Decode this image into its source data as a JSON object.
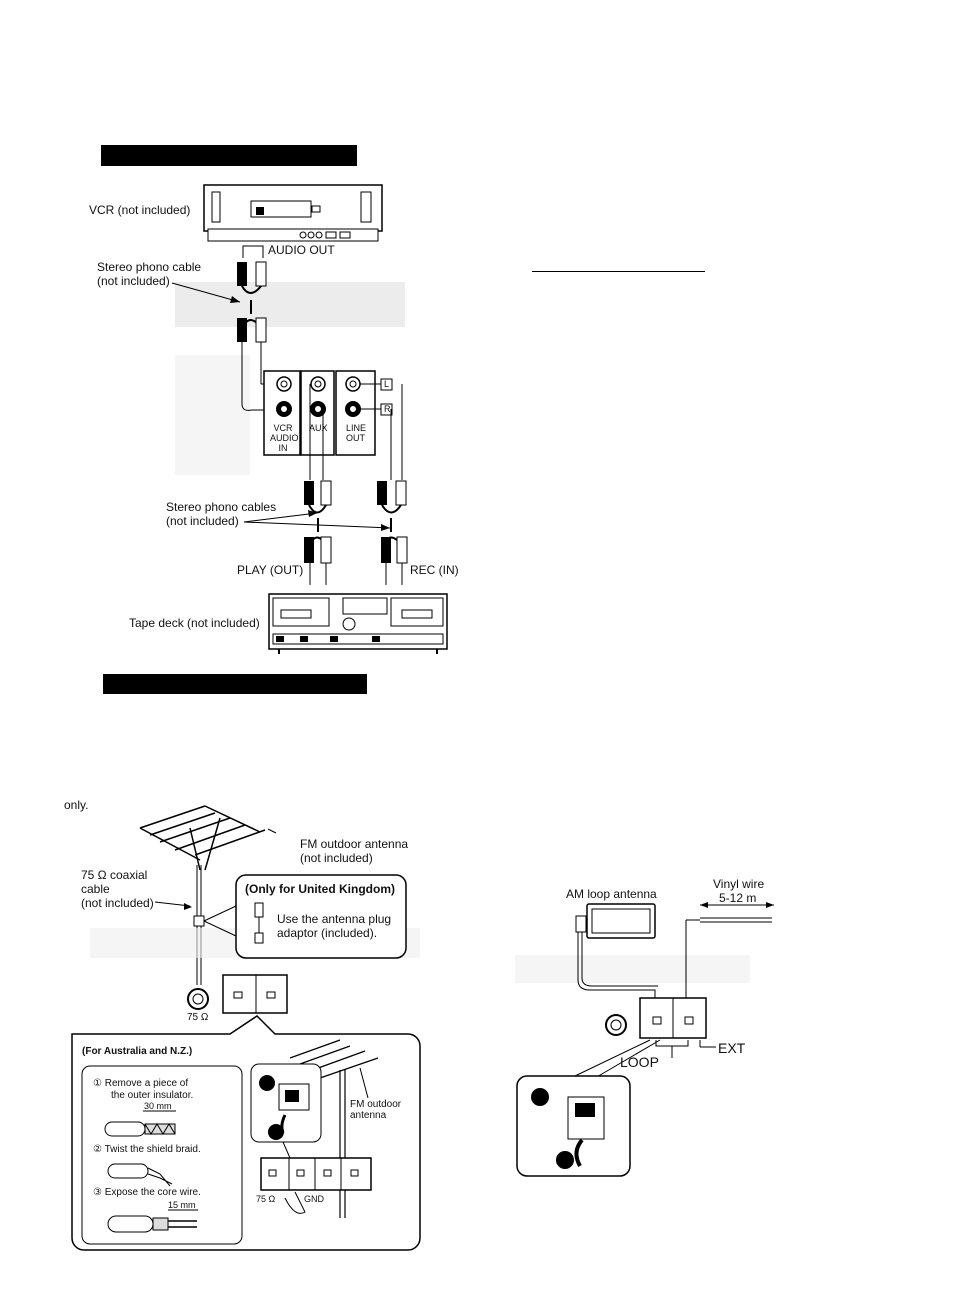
{
  "top": {
    "vcr_label": "VCR (not included)",
    "audio_out": "AUDIO OUT",
    "stereo_cable_line1": "Stereo phono cable",
    "stereo_cable_line2": "(not included)",
    "panel_vcr_l1": "VCR",
    "panel_vcr_l2": "AUDIO",
    "panel_vcr_l3": "IN",
    "panel_aux": "AUX",
    "panel_line_l1": "LINE",
    "panel_line_l2": "OUT",
    "jack_l": "L",
    "jack_r": "R",
    "stereo_cables_line1": "Stereo phono cables",
    "stereo_cables_line2": "(not included)",
    "play_out": "PLAY (OUT)",
    "rec_in": "REC (IN)",
    "tape_deck": "Tape deck (not included)"
  },
  "bottom": {
    "only_text": "only.",
    "fm_antenna_l1": "FM outdoor antenna",
    "fm_antenna_l2": "(not included)",
    "coax_l1": "75 Ω coaxial",
    "coax_l2": "cable",
    "coax_l3": "(not included)",
    "uk_title": "(Only for United Kingdom)",
    "uk_text_l1": "Use the antenna plug",
    "uk_text_l2": "adaptor (included).",
    "ohm_label": "75 Ω",
    "au_title": "(For Australia and N.Z.)",
    "step1_l1": "① Remove a piece of",
    "step1_l2": "the outer insulator.",
    "step1_dim": "30 mm",
    "step2": "② Twist the shield braid.",
    "step3": "③ Expose the core wire.",
    "step3_dim": "15 mm",
    "fm_outdoor_l1": "FM outdoor",
    "fm_outdoor_l2": "antenna",
    "terminal_75": "75 Ω",
    "terminal_gnd": "GND",
    "am_loop": "AM loop antenna",
    "vinyl_l1": "Vinyl wire",
    "vinyl_l2": "5-12 m",
    "loop": "LOOP",
    "ext": "EXT"
  }
}
